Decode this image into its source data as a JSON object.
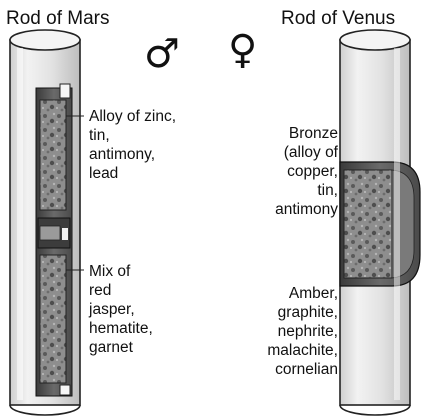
{
  "mars": {
    "title": "Rod of Mars",
    "symbol": "♂",
    "labels": {
      "upper": "Alloy of zinc,\ntin,\nantimony,\nlead",
      "lower": "Mix of\nred\njasper,\nhematite,\ngarnet"
    }
  },
  "venus": {
    "title": "Rod of Venus",
    "symbol": "♀",
    "labels": {
      "upper": "Bronze\n(alloy of\ncopper,\ntin,\nantimony",
      "lower": "Amber,\ngraphite,\nnephrite,\nmalachite,\ncornelian"
    }
  }
}
